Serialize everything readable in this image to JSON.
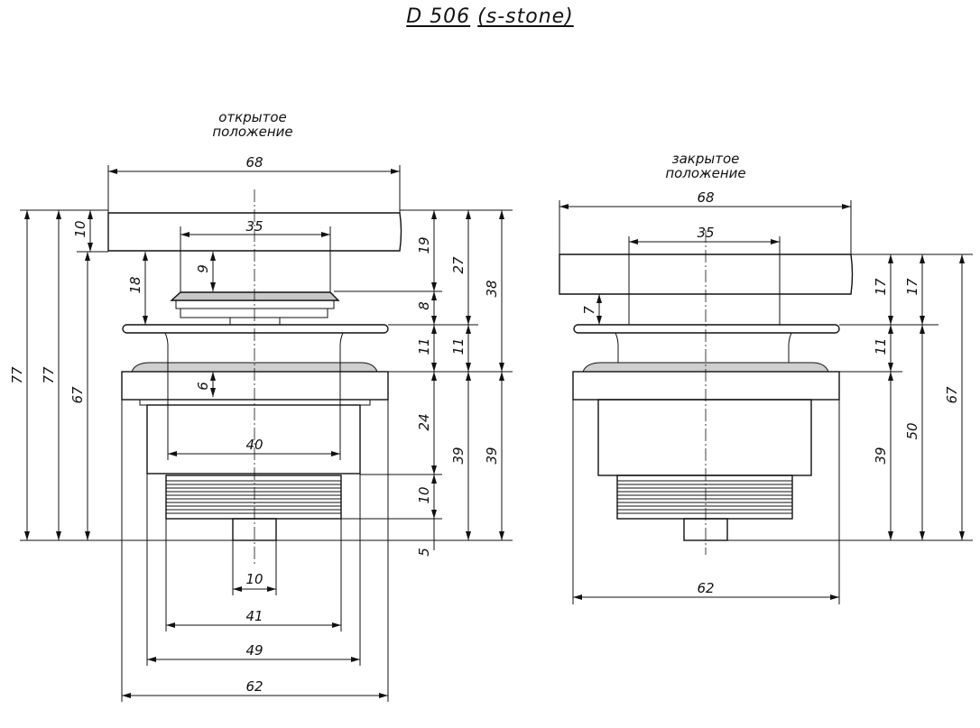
{
  "title": {
    "model": "D 506",
    "variant": "(s-stone)"
  },
  "views": {
    "open": {
      "caption_line1": "открытое",
      "caption_line2": "положение",
      "dims": {
        "cap_width": "68",
        "inner_width_top": "35",
        "thread_inner": "40",
        "outlet": "10",
        "thread_41": "41",
        "body_49": "49",
        "flange_62": "62",
        "total_77a": "77",
        "total_77b": "77",
        "h67": "67",
        "cap_10": "10",
        "gap_18": "18",
        "gap_9": "9",
        "gap_6": "6",
        "h19": "19",
        "h27": "27",
        "h38": "38",
        "h8": "8",
        "h11a": "11",
        "h11b": "11",
        "h24": "24",
        "h39a": "39",
        "h39b": "39",
        "h10": "10",
        "h5": "5"
      }
    },
    "closed": {
      "caption_line1": "закрытое",
      "caption_line2": "положение",
      "dims": {
        "cap_width": "68",
        "inner_width_top": "35",
        "flange_62": "62",
        "h7": "7",
        "h17a": "17",
        "h17b": "17",
        "h11": "11",
        "h39": "39",
        "h50": "50",
        "h67": "67"
      }
    }
  }
}
